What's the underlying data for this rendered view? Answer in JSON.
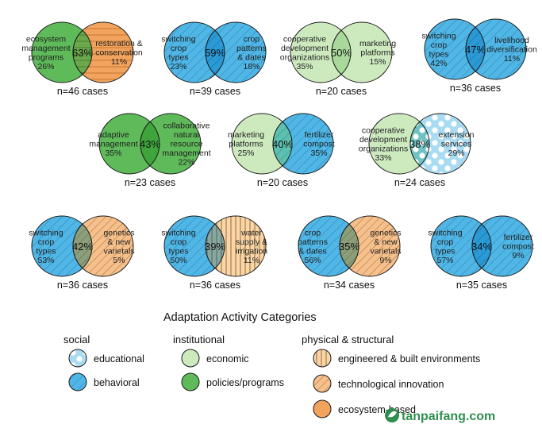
{
  "venns": [
    {
      "left": {
        "lines": [
          "ecosystem",
          "management",
          "programs",
          "26%"
        ],
        "cat": "policies"
      },
      "right": {
        "lines": [
          "restoration &",
          "conservation",
          "11%"
        ],
        "cat": "ecosystem"
      },
      "overlap": "63%",
      "cases": "n=46 cases"
    },
    {
      "left": {
        "lines": [
          "switching",
          "crop",
          "types",
          "23%"
        ],
        "cat": "behavioral"
      },
      "right": {
        "lines": [
          "crop",
          "patterns",
          "& dates",
          "18%"
        ],
        "cat": "behavioral"
      },
      "overlap": "59%",
      "cases": "n=39 cases"
    },
    {
      "left": {
        "lines": [
          "cooperative",
          "development",
          "organizations",
          "35%"
        ],
        "cat": "economic"
      },
      "right": {
        "lines": [
          "marketing",
          "platforms",
          "15%"
        ],
        "cat": "economic"
      },
      "overlap": "50%",
      "cases": "n=20 cases"
    },
    {
      "left": {
        "lines": [
          "switching",
          "crop",
          "types",
          "42%"
        ],
        "cat": "behavioral"
      },
      "right": {
        "lines": [
          "livelihood",
          "diversification",
          "11%"
        ],
        "cat": "behavioral"
      },
      "overlap": "47%",
      "cases": "n=36 cases"
    },
    {
      "left": {
        "lines": [
          "adaptive",
          "management",
          "35%"
        ],
        "cat": "policies"
      },
      "right": {
        "lines": [
          "collaborative",
          "natural",
          "resource",
          "management",
          "22%"
        ],
        "cat": "policies"
      },
      "overlap": "43%",
      "cases": "n=23 cases"
    },
    {
      "left": {
        "lines": [
          "marketing",
          "platforms",
          "25%"
        ],
        "cat": "economic"
      },
      "right": {
        "lines": [
          "fertilizer",
          "compost",
          "35%"
        ],
        "cat": "behavioral"
      },
      "overlap": "40%",
      "cases": "n=20 cases"
    },
    {
      "left": {
        "lines": [
          "cooperative",
          "development",
          "organizations",
          "33%"
        ],
        "cat": "economic"
      },
      "right": {
        "lines": [
          "extension",
          "services",
          "29%"
        ],
        "cat": "educational"
      },
      "overlap": "38%",
      "cases": "n=24 cases"
    },
    {
      "left": {
        "lines": [
          "switching",
          "crop",
          "types",
          "53%"
        ],
        "cat": "behavioral"
      },
      "right": {
        "lines": [
          "genetics",
          "& new",
          "varietals",
          "5%"
        ],
        "cat": "technological"
      },
      "overlap": "42%",
      "cases": "n=36 cases"
    },
    {
      "left": {
        "lines": [
          "switching",
          "crop",
          "types",
          "50%"
        ],
        "cat": "behavioral"
      },
      "right": {
        "lines": [
          "water",
          "supply &",
          "irrigation",
          "11%"
        ],
        "cat": "engineered"
      },
      "overlap": "39%",
      "cases": "n=36 cases"
    },
    {
      "left": {
        "lines": [
          "crop",
          "patterns",
          "& dates",
          "56%"
        ],
        "cat": "behavioral"
      },
      "right": {
        "lines": [
          "genetics",
          "& new",
          "varietals",
          "9%"
        ],
        "cat": "technological"
      },
      "overlap": "35%",
      "cases": "n=34 cases"
    },
    {
      "left": {
        "lines": [
          "switching",
          "crop",
          "types",
          "57%"
        ],
        "cat": "behavioral"
      },
      "right": {
        "lines": [
          "fertilizer",
          "compost",
          "9%"
        ],
        "cat": "behavioral"
      },
      "overlap": "34%",
      "cases": "n=35 cases"
    }
  ],
  "legend": {
    "title": "Adaptation Activity Categories",
    "groups": [
      {
        "name": "social",
        "items": [
          {
            "label": "educational",
            "cat": "educational"
          },
          {
            "label": "behavioral",
            "cat": "behavioral"
          }
        ]
      },
      {
        "name": "institutional",
        "items": [
          {
            "label": "economic",
            "cat": "economic"
          },
          {
            "label": "policies/programs",
            "cat": "policies"
          }
        ]
      },
      {
        "name": "physical & structural",
        "items": [
          {
            "label": "engineered & built environments",
            "cat": "engineered"
          },
          {
            "label": "technological innovation",
            "cat": "technological"
          },
          {
            "label": "ecosystem-based",
            "cat": "ecosystem"
          }
        ]
      }
    ]
  },
  "watermark": "tanpaifang.com",
  "colors": {
    "behavioral": "#4fb6e6",
    "educational": "#bfe4f5",
    "economic": "#cdeabf",
    "policies": "#5fba5a",
    "engineered": "#f8d6a8",
    "technological": "#f6c08c",
    "ecosystem": "#f2a35e",
    "overlap_behav_behav": "#2a9ad6",
    "overlap_green_green": "#3fa43b",
    "overlap_econ_econ": "#a9d99a",
    "overlap_mixed": "#8d9e7a",
    "overlap_econ_behav": "#5cc0b0",
    "overlap_econ_edu": "#6fc3c4",
    "overlap_pol_eco": "#6aa84a"
  }
}
